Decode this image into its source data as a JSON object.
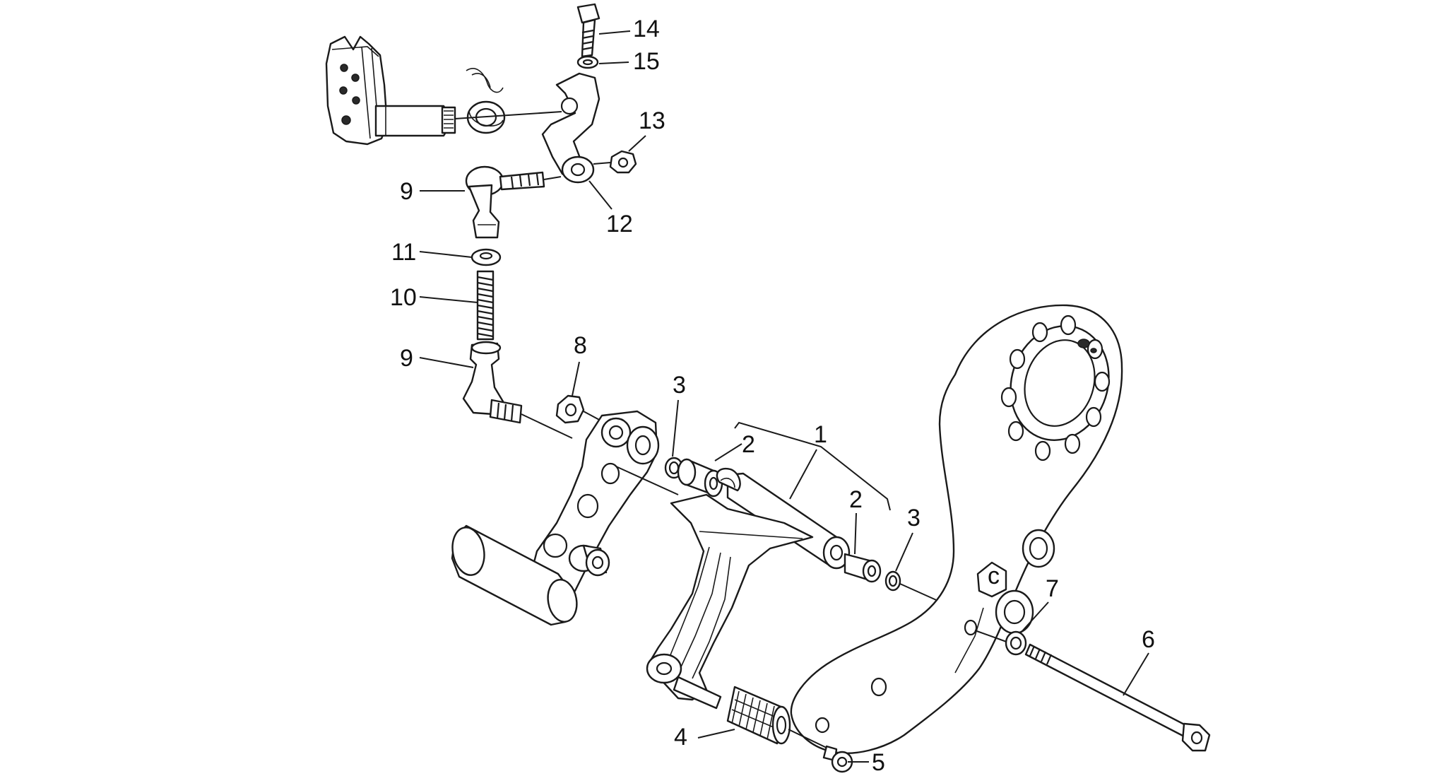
{
  "callouts": [
    {
      "id": "c14",
      "text": "14"
    },
    {
      "id": "c15",
      "text": "15"
    },
    {
      "id": "c13",
      "text": "13"
    },
    {
      "id": "c12",
      "text": "12"
    },
    {
      "id": "c9a",
      "text": "9"
    },
    {
      "id": "c11",
      "text": "11"
    },
    {
      "id": "c10",
      "text": "10"
    },
    {
      "id": "c9b",
      "text": "9"
    },
    {
      "id": "c8",
      "text": "8"
    },
    {
      "id": "c3a",
      "text": "3"
    },
    {
      "id": "c2a",
      "text": "2"
    },
    {
      "id": "c1",
      "text": "1"
    },
    {
      "id": "c2b",
      "text": "2"
    },
    {
      "id": "c3b",
      "text": "3"
    },
    {
      "id": "c7",
      "text": "7"
    },
    {
      "id": "c6",
      "text": "6"
    },
    {
      "id": "c4",
      "text": "4"
    },
    {
      "id": "c5",
      "text": "5"
    }
  ]
}
